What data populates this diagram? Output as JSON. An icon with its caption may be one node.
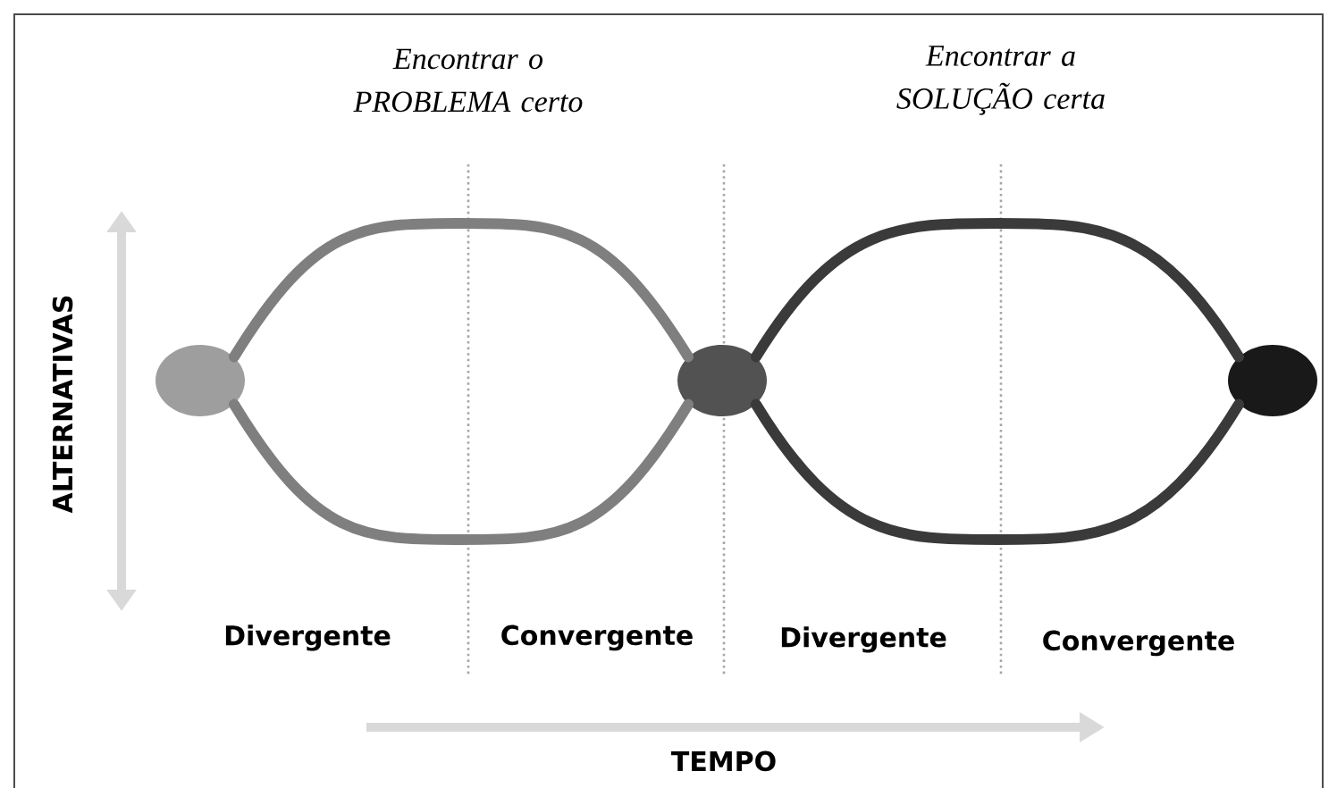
{
  "diagram": {
    "nodes": [
      {
        "text": [],
        "shape": "circle"
      },
      {
        "text": [],
        "shape": "circle"
      },
      {
        "text": [],
        "shape": "circle"
      }
    ],
    "edges": [
      {
        "from": 0,
        "to": 1,
        "arrow": "none",
        "color": "#7f7f7f"
      },
      {
        "from": 0,
        "to": 1,
        "arrow": "none",
        "color": "#7f7f7f"
      },
      {
        "from": 1,
        "to": 2,
        "arrow": "none",
        "color": "#3a3a3a"
      },
      {
        "from": 1,
        "to": 2,
        "arrow": "none",
        "color": "#3a3a3a"
      }
    ],
    "labels": [
      "Encontrar o PROBLEMA certo",
      "Encontrar a SOLUÇÃO certa",
      "ALTERNATIVAS",
      "Divergente",
      "Convergente",
      "Divergente",
      "Convergente",
      "TEMPO"
    ]
  }
}
